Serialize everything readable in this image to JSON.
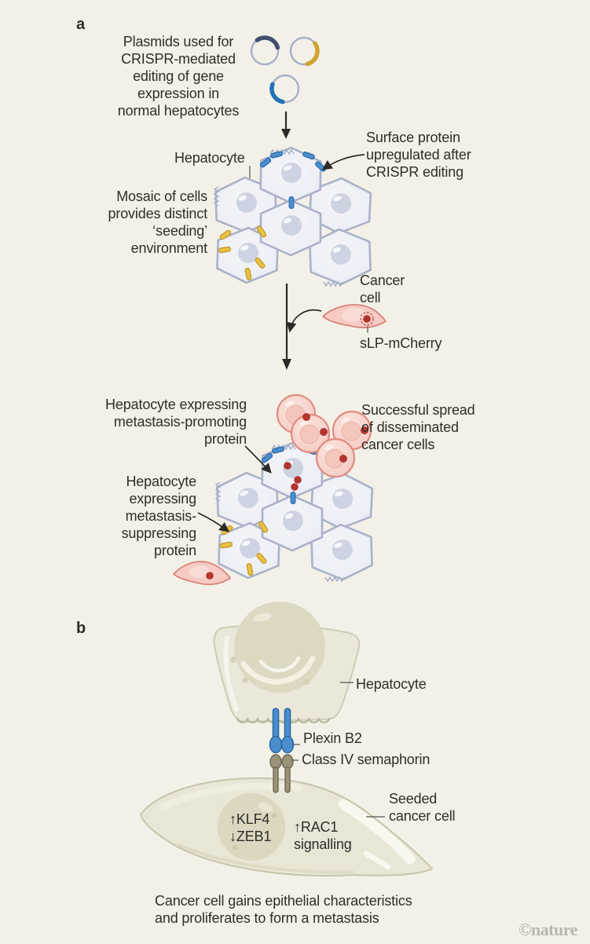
{
  "figure": {
    "panel_a": {
      "label": "a",
      "plasmids_caption": "Plasmids used for\nCRISPR-mediated\nediting of gene\nexpression in\nnormal hepatocytes",
      "hepatocyte_label": "Hepatocyte",
      "mosaic_caption": "Mosaic of cells\nprovides distinct\n‘seeding’\nenvironment",
      "surface_protein_caption": "Surface protein\nupregulated after\nCRISPR editing",
      "cancer_cell_label": "Cancer\ncell",
      "slp_mcherry_label": "sLP-mCherry",
      "promoting_caption": "Hepatocyte expressing\nmetastasis-promoting\nprotein",
      "spread_caption": "Successful spread\nof disseminated\ncancer cells",
      "suppressing_caption": "Hepatocyte\nexpressing\nmetastasis-\nsuppressing\nprotein"
    },
    "panel_b": {
      "label": "b",
      "hepatocyte_label": "Hepatocyte",
      "plexin_label": "Plexin B2",
      "semaphorin_label": "Class IV semaphorin",
      "seeded_cancer_cell_label": "Seeded\ncancer cell",
      "nucleus_changes": "↑KLF4\n↓ZEB1",
      "rac1_signalling": "↑RAC1\nsignalling",
      "caption": "Cancer cell gains epithelial characteristics\nand proliferates to form a metastasis"
    },
    "watermark": "©nature",
    "colors": {
      "background": "#f3f1e7",
      "text": "#2e2d29",
      "watermark": "#b9b7ae",
      "plasmid_navy": "#41506d",
      "plasmid_gold": "#d2a230",
      "plasmid_blue": "#1f72b8",
      "hepatocyte_fill": "#eceef5",
      "hepatocyte_border": "#aab2c9",
      "surface_protein_blue": "#4a8fd0",
      "surface_protein_yellow": "#e9c244",
      "cancer_cell_pink": "#f6cbc4",
      "cancer_cell_border": "#e08a80",
      "mcherry_red": "#b23530",
      "hepatocyte_b_fill": "#ebe8da",
      "receptor_blue": "#4a8ecd",
      "receptor_olive": "#9a937a"
    }
  }
}
